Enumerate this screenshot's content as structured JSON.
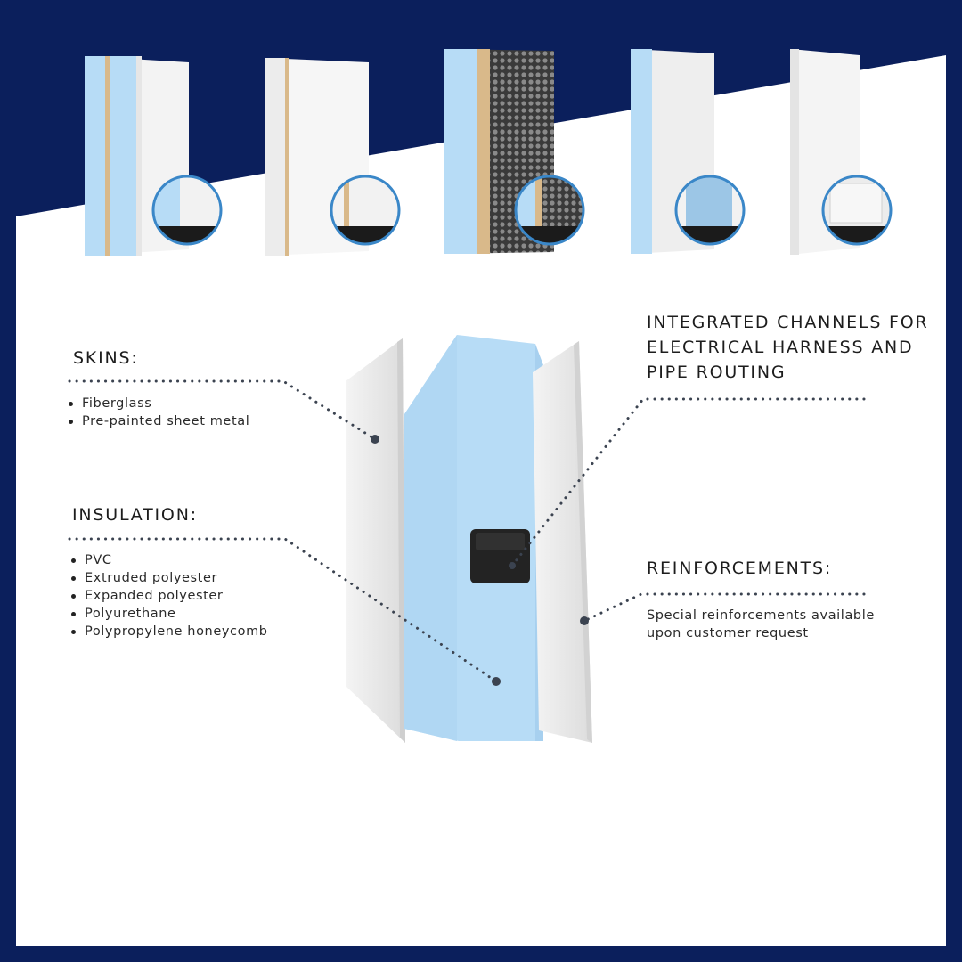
{
  "colors": {
    "frame": "#0b1f5c",
    "panel_white": "#ffffff",
    "core_blue": "#b7dcf6",
    "core_blue_side": "#a7d0ef",
    "skin_grey": "#e6e6e6",
    "wood": "#d9b98a",
    "badge_ring": "#3a87c8",
    "connector": "#3b4350"
  },
  "samples": [
    {
      "name": "fiberglass-xps-panel-sample",
      "detail_icon": "corner-detail-icon"
    },
    {
      "name": "white-skin-panel-sample",
      "detail_icon": "corner-detail-icon"
    },
    {
      "name": "honeycomb-core-panel-sample",
      "detail_icon": "corner-detail-icon"
    },
    {
      "name": "blue-core-panel-sample",
      "detail_icon": "corner-detail-icon"
    },
    {
      "name": "thin-white-panel-sample",
      "detail_icon": "corner-detail-icon"
    }
  ],
  "skins": {
    "title": "SKINS:",
    "items": [
      "Fiberglass",
      "Pre-painted sheet metal"
    ]
  },
  "insulation": {
    "title": "INSULATION:",
    "items": [
      "PVC",
      "Extruded polyester",
      "Expanded polyester",
      "Polyurethane",
      "Polypropylene honeycomb"
    ]
  },
  "channels": {
    "title": "INTEGRATED CHANNELS FOR ELECTRICAL HARNESS AND PIPE ROUTING"
  },
  "reinforcements": {
    "title": "REINFORCEMENTS:",
    "text": "Special reinforcements available upon customer request"
  }
}
